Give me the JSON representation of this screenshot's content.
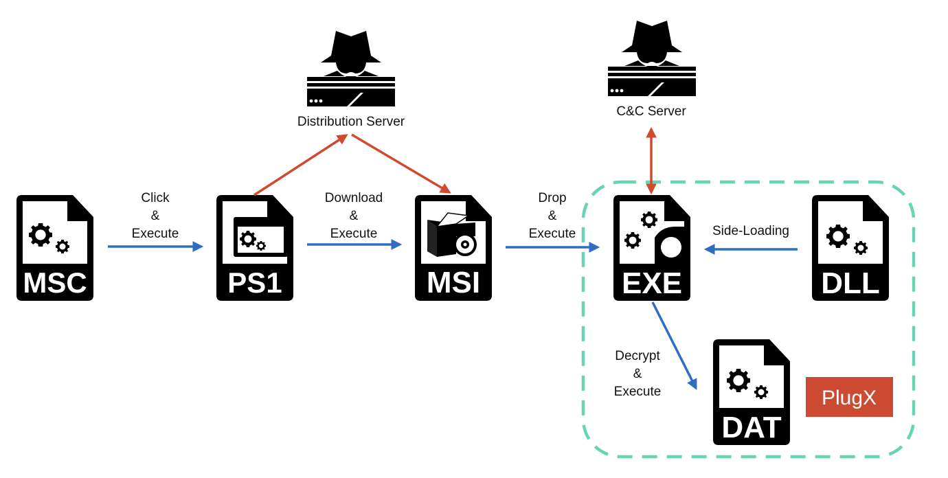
{
  "colors": {
    "flow_arrow": "#2E6EC0",
    "network_arrow": "#CF4A2E",
    "boundary": "#66D4B5",
    "plugx_badge": "#CC4A32",
    "icon": "#000000"
  },
  "servers": {
    "distribution": {
      "label": "Distribution Server",
      "icon": "hacker-server-icon"
    },
    "cnc": {
      "label": "C&C Server",
      "icon": "hacker-server-icon"
    }
  },
  "files": {
    "msc": {
      "ext": "MSC",
      "icon": "gears-file-icon"
    },
    "ps1": {
      "ext": "PS1",
      "icon": "script-window-file-icon"
    },
    "msi": {
      "ext": "MSI",
      "icon": "installer-box-disc-file-icon"
    },
    "exe": {
      "ext": "EXE",
      "icon": "multi-gear-file-icon"
    },
    "dll": {
      "ext": "DLL",
      "icon": "gears-file-icon"
    },
    "dat": {
      "ext": "DAT",
      "icon": "gears-file-icon"
    }
  },
  "edges": {
    "msc_ps1": {
      "line1": "Click",
      "line2": "&",
      "line3": "Execute"
    },
    "ps1_msi": {
      "line1": "Download",
      "line2": "&",
      "line3": "Execute"
    },
    "msi_exe": {
      "line1": "Drop",
      "line2": "&",
      "line3": "Execute"
    },
    "dll_exe": {
      "line1": "Side-Loading"
    },
    "exe_dat": {
      "line1": "Decrypt",
      "line2": "&",
      "line3": "Execute"
    }
  },
  "badge": {
    "label": "PlugX"
  }
}
